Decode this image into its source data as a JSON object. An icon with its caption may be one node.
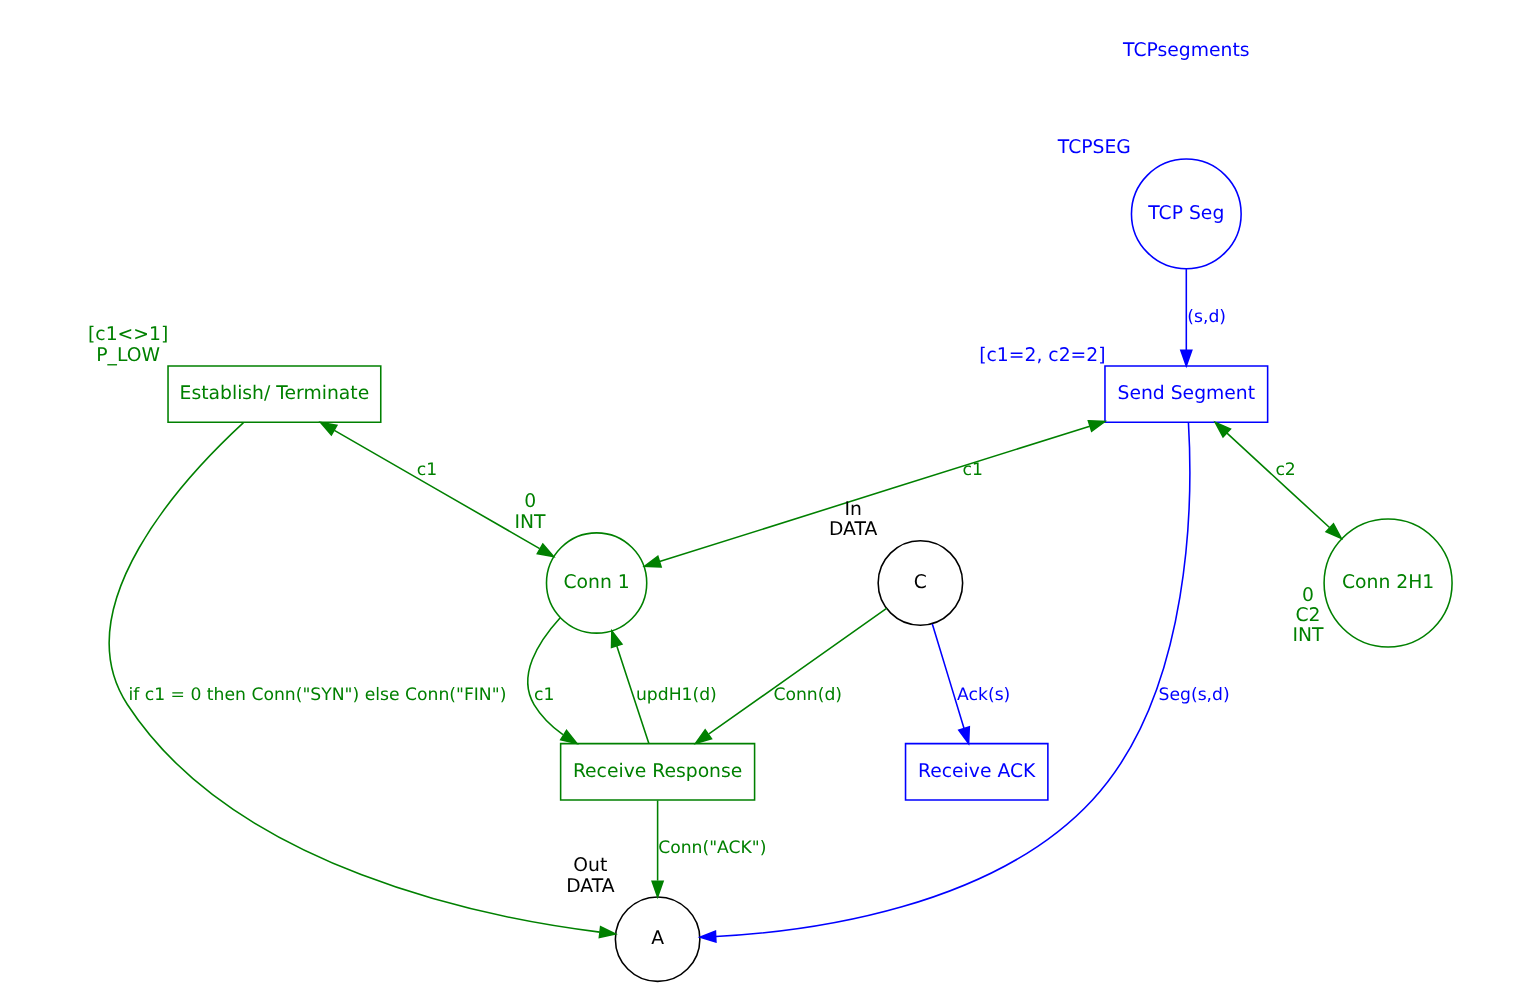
{
  "diagram": {
    "nodes": [
      {
        "text": [
          "Establish/ Terminate"
        ],
        "beside": [
          "[c1<>1]",
          "P_LOW"
        ]
      },
      {
        "text": [
          "A"
        ],
        "beside": [
          "Out",
          "DATA"
        ]
      },
      {
        "text": [
          "Conn 1"
        ],
        "beside": [
          "0",
          "INT"
        ]
      },
      {
        "text": [
          "Send Segment"
        ],
        "beside": [
          "[c1=2, c2=2]"
        ]
      },
      {
        "text": [
          "TCP Seg"
        ],
        "beside": [
          "TCPSEG"
        ]
      },
      {
        "text": [
          "Conn 2H1"
        ],
        "beside": [
          "0",
          "C2",
          "INT"
        ]
      },
      {
        "text": [
          "Receive ACK"
        ]
      },
      {
        "text": [
          "Receive Response"
        ]
      },
      {
        "text": [
          "C"
        ],
        "beside": [
          "In",
          "DATA"
        ]
      }
    ],
    "edges": [
      {
        "from": 0,
        "to": 1,
        "arrow": "to",
        "label": "if c1 = 0 then Conn(\"SYN\") else Conn(\"FIN\")"
      },
      {
        "from": 0,
        "to": 2,
        "arrow": "both",
        "label": "c1"
      },
      {
        "from": 7,
        "to": 1,
        "arrow": "to",
        "label": "Conn(\"ACK\")"
      },
      {
        "from": 3,
        "to": 2,
        "arrow": "both",
        "label": "c1"
      },
      {
        "from": 3,
        "to": 5,
        "arrow": "both",
        "label": "c2"
      },
      {
        "from": 3,
        "to": 1,
        "arrow": "to",
        "label": "Seg(s,d)",
        "color": "#0000ff"
      },
      {
        "from": 4,
        "to": 3,
        "arrow": "to",
        "label": "(s,d)",
        "color": "#0000ff"
      },
      {
        "from": 2,
        "to": 7,
        "arrow": "to",
        "label": "c1"
      },
      {
        "from": 7,
        "to": 2,
        "arrow": "to",
        "label": "updH1(d)"
      },
      {
        "from": 8,
        "to": 7,
        "arrow": "to",
        "label": "Conn(d)"
      },
      {
        "from": 8,
        "to": 6,
        "arrow": "to",
        "label": "Ack(s)",
        "color": "#0000ff"
      }
    ],
    "labels": [
      "TCPsegments"
    ]
  }
}
